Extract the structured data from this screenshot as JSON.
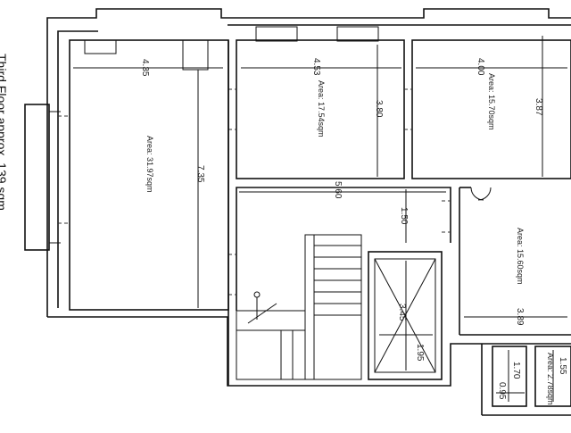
{
  "floor": {
    "label": "Third Floor approx. 139 sqm"
  },
  "rooms": [
    {
      "id": "room-1",
      "area": "Area: 31.97sqm",
      "width": "4.35",
      "length": "7.35"
    },
    {
      "id": "room-2",
      "area": "Area: 17.54sqm",
      "width": "4.53",
      "length": "3.80"
    },
    {
      "id": "room-3",
      "area": "Area: 15.70sqm",
      "width": "4.00",
      "length": "3.87"
    },
    {
      "id": "room-4",
      "area": "Area: 15.60sqm",
      "width": "3.89"
    },
    {
      "id": "room-5",
      "area": "Area: 2.78sqm",
      "width": "1.55"
    }
  ],
  "dimensions": {
    "hall_width": "5.60",
    "hall_depth": "1.50",
    "lift_depth": "3.45",
    "lift_width": "1.95",
    "small_room_depth": "1.70",
    "small_room_width": "0.95"
  },
  "colors": {
    "line": "#111111",
    "background": "#ffffff"
  }
}
